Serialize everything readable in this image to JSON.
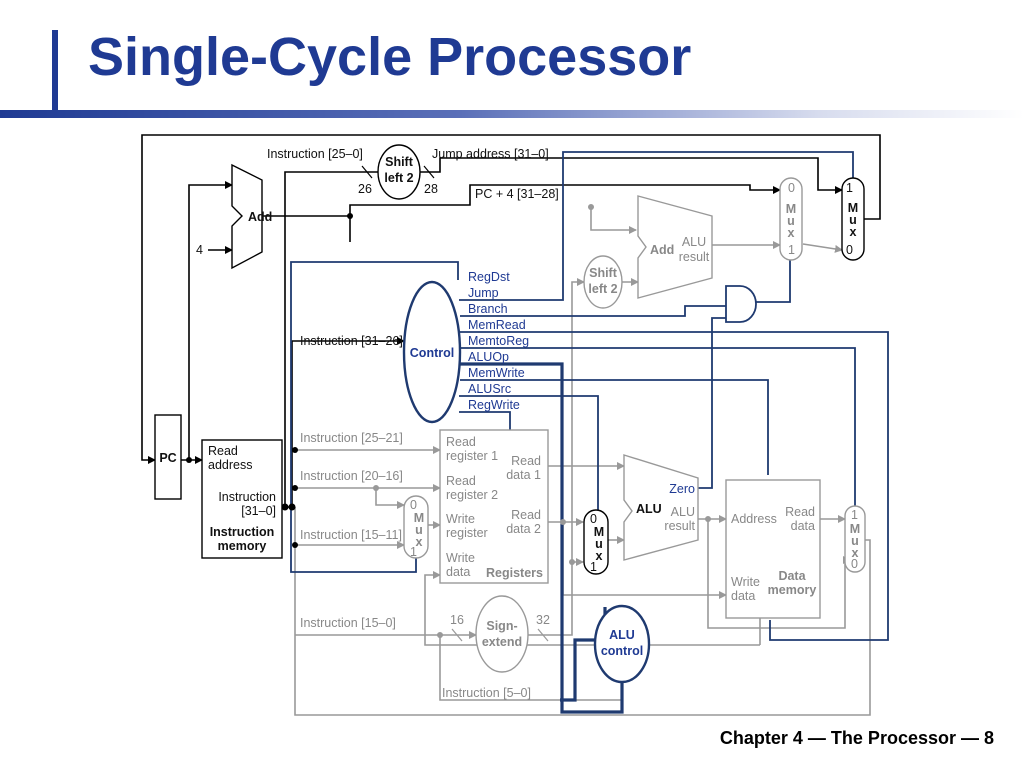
{
  "slide": {
    "title": "Single-Cycle Processor",
    "footer": "Chapter 4 — The Processor — 8"
  },
  "diagram": {
    "units": {
      "pc": "PC",
      "add_pc": "Add",
      "four": "4",
      "shift_left_2_jump": [
        "Shift",
        "left 2"
      ],
      "add_branch": [
        "Add",
        "ALU",
        "result"
      ],
      "shift_left_2_branch": [
        "Shift",
        "left 2"
      ],
      "control": "Control",
      "sign_extend": [
        "Sign-",
        "extend"
      ],
      "alu_control": [
        "ALU",
        "control"
      ],
      "alu": [
        "ALU",
        "Zero",
        "ALU",
        "result"
      ],
      "instruction_memory": [
        "Read",
        "address",
        "Instruction",
        "[31–0]",
        "Instruction",
        "memory"
      ],
      "registers": [
        "Read",
        "register 1",
        "Read",
        "register 2",
        "Write",
        "register",
        "Write",
        "data",
        "Read",
        "data 1",
        "Read",
        "data 2",
        "Registers"
      ],
      "data_memory": [
        "Address",
        "Read",
        "data",
        "Write",
        "data",
        "Data",
        "memory"
      ],
      "mux_letters": [
        "M",
        "u",
        "x"
      ]
    },
    "labels": {
      "instr_25_0": "Instruction [25–0]",
      "jump_address": "Jump address [31–0]",
      "width_26": "26",
      "width_28": "28",
      "pc_plus_4": "PC + 4 [31–28]",
      "instr_31_26": "Instruction [31–26]",
      "instr_25_21": "Instruction [25–21]",
      "instr_20_16": "Instruction [20–16]",
      "instr_15_11": "Instruction [15–11]",
      "instr_15_0": "Instruction [15–0]",
      "instr_5_0": "Instruction [5–0]",
      "width_16": "16",
      "width_32": "32",
      "mux_0": "0",
      "mux_1": "1"
    },
    "control_signals": [
      "RegDst",
      "Jump",
      "Branch",
      "MemRead",
      "MemtoReg",
      "ALUOp",
      "MemWrite",
      "ALUSrc",
      "RegWrite"
    ]
  }
}
